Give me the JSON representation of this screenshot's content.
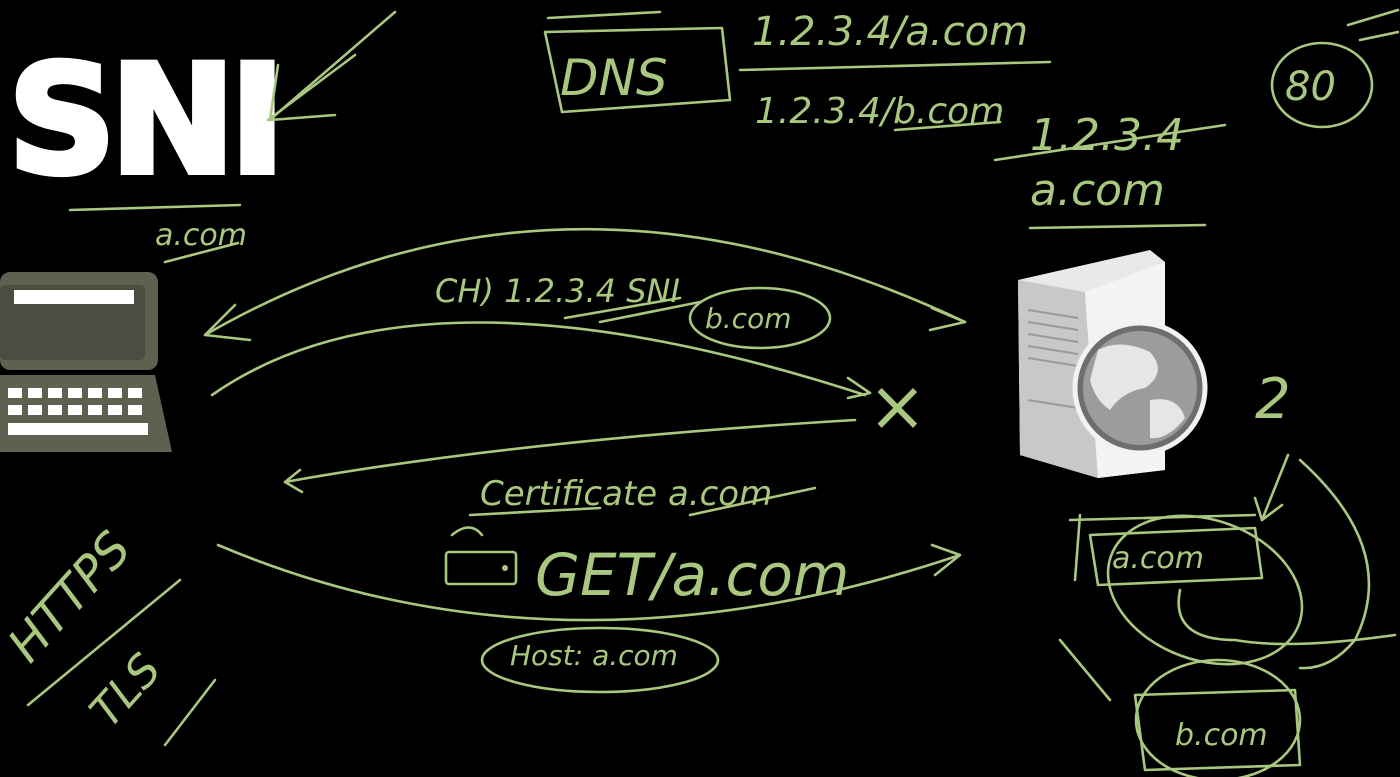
{
  "title": "SNI",
  "dns": {
    "label": "DNS",
    "record_a": "1.2.3.4/a.com",
    "record_b": "1.2.3.4/b.com"
  },
  "server": {
    "ip": "1.2.3.4",
    "host": "a.com",
    "port": "80",
    "count": "2",
    "site_a": "a.com",
    "site_b": "b.com"
  },
  "client": {
    "host": "a.com"
  },
  "messages": {
    "client_hello": "CH) 1.2.3.4 SNI",
    "sni_value": "b.com",
    "certificate": "Certificate a.com",
    "get_request": "GET/a.com",
    "host_header": "Host: a.com",
    "reject_mark": "×"
  },
  "protocol": {
    "https": "HTTPS",
    "tls": "TLS"
  },
  "colors": {
    "ink": "#a9c77e",
    "background": "#000000",
    "laptop": "#5c6150",
    "server_body": "#e9e9e9"
  },
  "icons": [
    "laptop-icon",
    "server-icon",
    "globe-icon",
    "lock-icon",
    "pencil-icon"
  ]
}
